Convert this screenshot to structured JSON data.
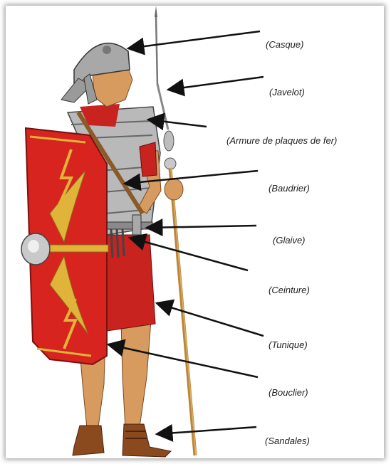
{
  "labels": {
    "casque": "(Casque)",
    "javelot": "(Javelot)",
    "armure": "(Armure de plaques de fer)",
    "baudrier": "(Baudrier)",
    "glaive": "(Glaive)",
    "ceinture": "(Ceinture)",
    "tunique": "(Tunique)",
    "bouclier": "(Bouclier)",
    "sandales": "(Sandales)"
  },
  "colors": {
    "shield_red": "#d7241e",
    "tunic_red": "#c8231f",
    "skin": "#d79a5f",
    "metal": "#b9b9b9",
    "gold": "#e0b43a",
    "spear_shaft": "#c8943f"
  }
}
